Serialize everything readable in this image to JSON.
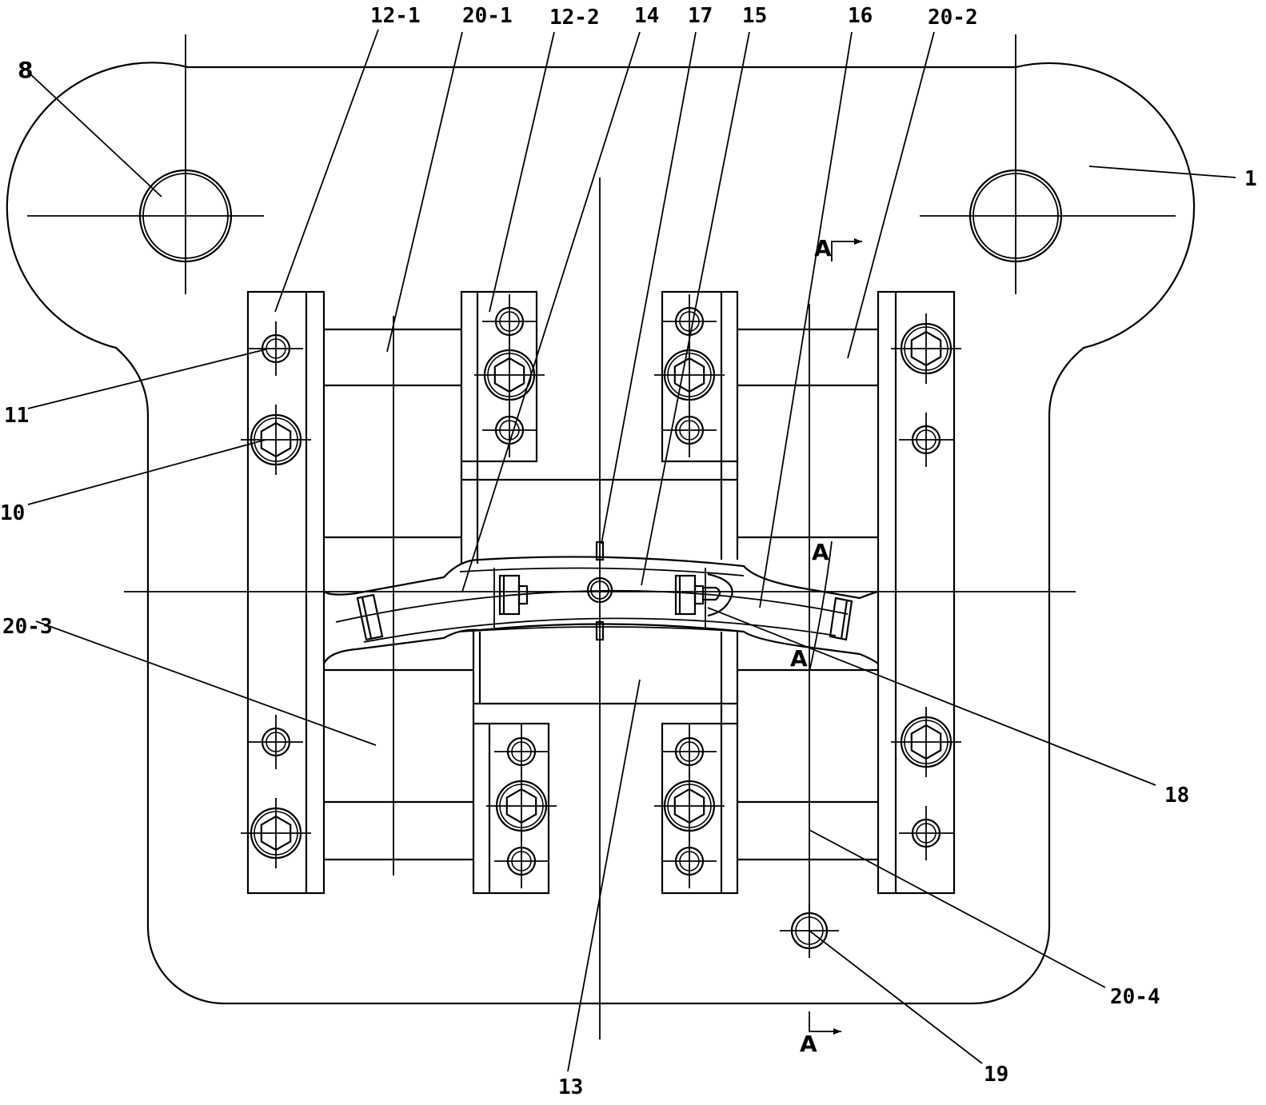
{
  "labels": {
    "l8": "8",
    "l12_1": "12-1",
    "l20_1": "20-1",
    "l12_2": "12-2",
    "l14": "14",
    "l17": "17",
    "l15": "15",
    "l16": "16",
    "l20_2": "20-2",
    "l1": "1",
    "l11": "11",
    "l10": "10",
    "l20_3": "20-3",
    "l18": "18",
    "l20_4": "20-4",
    "l13": "13",
    "l19": "19"
  },
  "section_marks": {
    "top": "A",
    "mid_upper": "A",
    "mid_lower": "A",
    "bottom": "A"
  }
}
